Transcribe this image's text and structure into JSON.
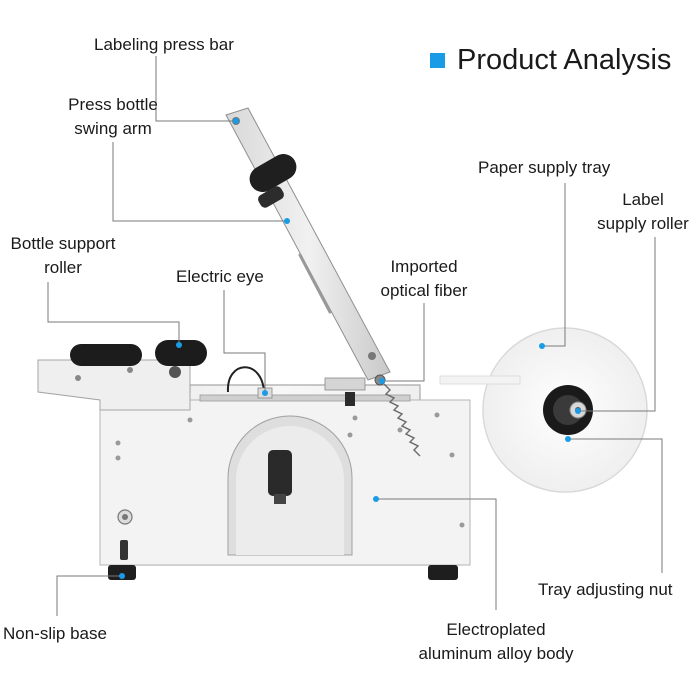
{
  "title": {
    "text": "Product Analysis",
    "accent_color": "#1a9be6"
  },
  "labels": {
    "labeling_press_bar": "Labeling press bar",
    "press_bottle_swing_arm_1": "Press bottle",
    "press_bottle_swing_arm_2": "swing arm",
    "bottle_support_roller_1": "Bottle support",
    "bottle_support_roller_2": "roller",
    "electric_eye": "Electric eye",
    "imported_optical_fiber_1": "Imported",
    "imported_optical_fiber_2": "optical fiber",
    "paper_supply_tray": "Paper supply tray",
    "label_supply_roller_1": "Label",
    "label_supply_roller_2": "supply roller",
    "tray_adjusting_nut": "Tray adjusting nut",
    "non_slip_base": "Non-slip base",
    "electroplated_body_1": "Electroplated",
    "electroplated_body_2": "aluminum alloy body"
  },
  "colors": {
    "leader_line": "#7a7a7a",
    "leader_dot": "#1a9be6",
    "machine_body": "#f2f2f2",
    "machine_edge": "#9a9a9a",
    "roller": "#1c1c1c"
  }
}
